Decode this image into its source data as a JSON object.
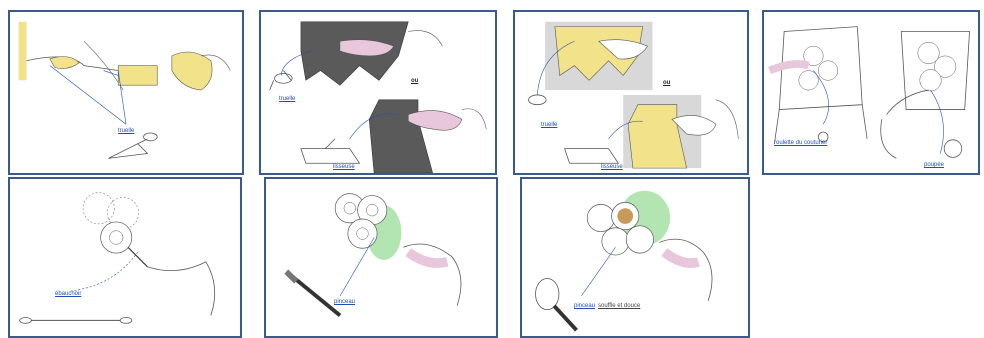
{
  "panels": [
    {
      "labels": [
        "truelle"
      ]
    },
    {
      "labels": [
        "truelle",
        "lisseuse"
      ],
      "separator": "ou"
    },
    {
      "labels": [
        "truelle",
        "lisseuse"
      ],
      "separator": "ou"
    },
    {
      "labels": [
        "roulette du couturier",
        "poupée"
      ]
    },
    {
      "labels": [
        "ébauchoir"
      ]
    },
    {
      "labels": [
        "pinceau"
      ]
    },
    {
      "labels": [
        "pinceau",
        "souffle et douce"
      ]
    }
  ],
  "colors": {
    "border": "#3a5a8c",
    "label": "#1f4fb5",
    "skin": "#e8c6dc",
    "yellow": "#f2e28a",
    "green": "#7ed37e",
    "dark": "#5a5a5a",
    "brown": "#c79a5a"
  }
}
